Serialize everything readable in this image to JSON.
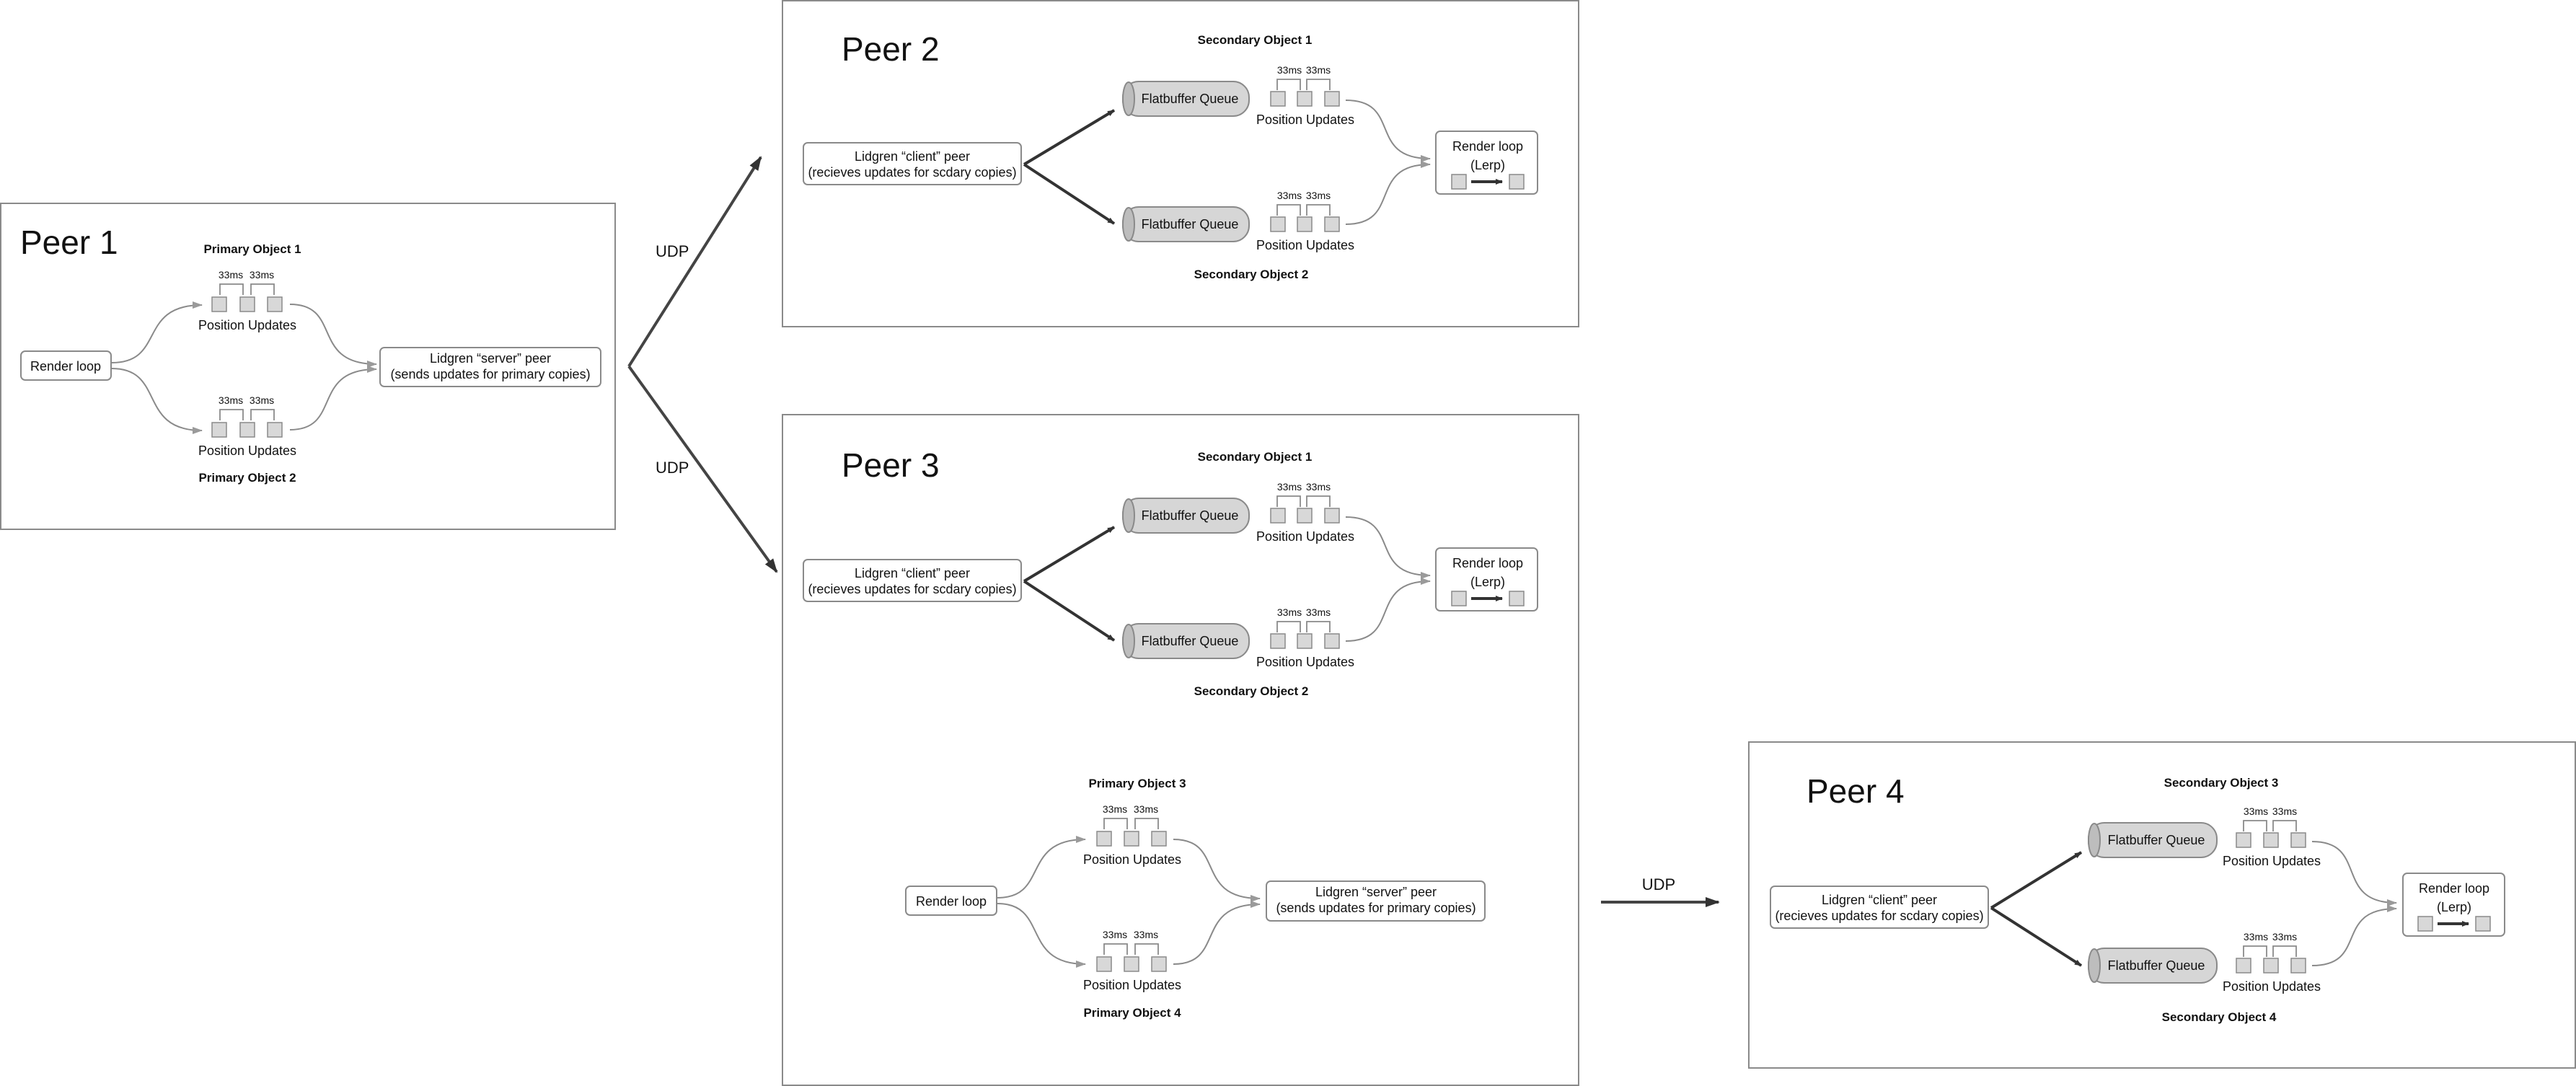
{
  "peers": {
    "peer1": {
      "title": "Peer 1",
      "top_object": "Primary Object 1",
      "bottom_object": "Primary Object 2",
      "render_loop": "Render loop",
      "server_line1": "Lidgren “server” peer",
      "server_line2": "(sends updates for primary copies)"
    },
    "peer2": {
      "title": "Peer 2",
      "top_object": "Secondary Object 1",
      "bottom_object": "Secondary Object 2",
      "client_line1": "Lidgren “client” peer",
      "client_line2": "(recieves updates for scdary copies)",
      "queue": "Flatbuffer Queue",
      "render_line1": "Render loop",
      "render_line2": "(Lerp)"
    },
    "peer3": {
      "title": "Peer 3",
      "top_object": "Secondary Object 1",
      "bottom_object": "Secondary Object 2",
      "client_line1": "Lidgren “client” peer",
      "client_line2": "(recieves updates for scdary copies)",
      "queue": "Flatbuffer Queue",
      "render_line1": "Render loop",
      "render_line2": "(Lerp)",
      "primary_top_object": "Primary Object 3",
      "primary_bottom_object": "Primary Object 4",
      "render_loop": "Render loop",
      "server_line1": "Lidgren “server” peer",
      "server_line2": "(sends updates for primary copies)"
    },
    "peer4": {
      "title": "Peer 4",
      "top_object": "Secondary Object 3",
      "bottom_object": "Secondary Object 4",
      "client_line1": "Lidgren “client” peer",
      "client_line2": "(recieves updates for scdary copies)",
      "queue": "Flatbuffer Queue",
      "render_line1": "Render loop",
      "render_line2": "(Lerp)"
    }
  },
  "common": {
    "interval": "33ms",
    "position_updates": "Position Updates"
  },
  "links": {
    "udp": "UDP"
  }
}
